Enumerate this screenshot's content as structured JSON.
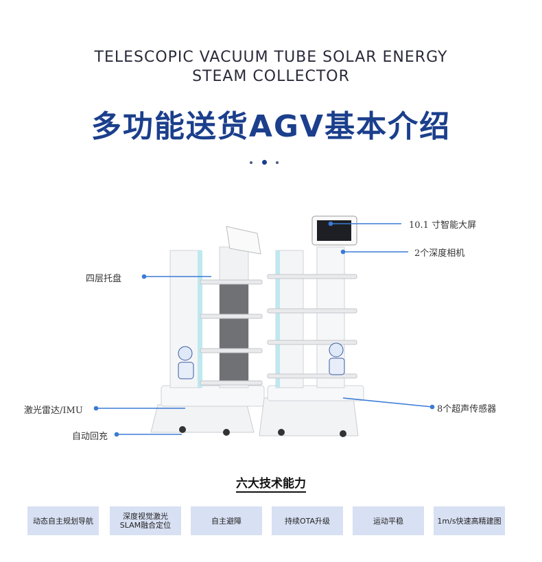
{
  "header": {
    "subtitle_line1": "TELESCOPIC VACUUM TUBE SOLAR ENERGY",
    "subtitle_line2": "STEAM COLLECTOR",
    "title": "多功能送货AGV基本介绍"
  },
  "figure": {
    "labels": {
      "screen": "10.1 寸智能大屏",
      "cameras": "2个深度相机",
      "trays": "四层托盘",
      "lidar": "激光雷达/IMU",
      "charging": "自动回充",
      "sensors": "8个超声传感器"
    },
    "accent_color": "#3a7bd5"
  },
  "tech": {
    "heading": "六大技术能力",
    "items": [
      "动态自主规划导航",
      "深度视觉激光SLAM融合定位",
      "自主避障",
      "持续OTA升级",
      "运动平稳",
      "1m/s快速高精建图"
    ]
  }
}
